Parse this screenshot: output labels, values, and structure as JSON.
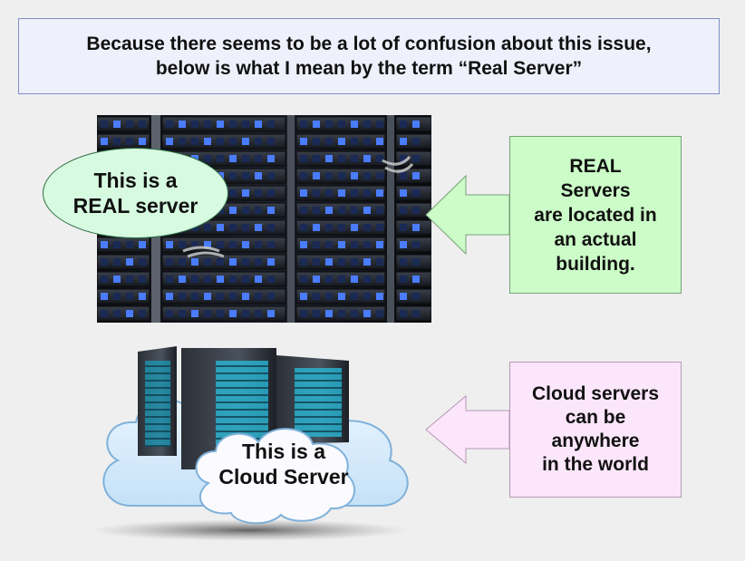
{
  "header": {
    "line1": "Because there seems to be a lot of confusion about this issue,",
    "line2": "below is what I mean by the term “Real Server”"
  },
  "real_bubble": {
    "line1": "This is a",
    "line2": "REAL server"
  },
  "real_callout": {
    "lines": [
      "REAL",
      "Servers",
      "are located in",
      "an actual",
      "building."
    ]
  },
  "cloud_bubble": {
    "line1": "This is a",
    "line2": "Cloud Server"
  },
  "cloud_callout": {
    "lines": [
      "Cloud servers",
      "can be",
      "anywhere",
      "in the world"
    ]
  },
  "colors": {
    "header_bg": "#eef0fb",
    "real_bubble_bg": "#d7fbe0",
    "real_callout_bg": "#ccfcc8",
    "cloud_callout_bg": "#fbe6fb",
    "cloud_fill": "#d9ecfb",
    "rack_led": "#4a7cff"
  },
  "icons": [
    "server-rack-photo",
    "cloud-icon",
    "server-tower-icon",
    "left-arrow-icon"
  ]
}
